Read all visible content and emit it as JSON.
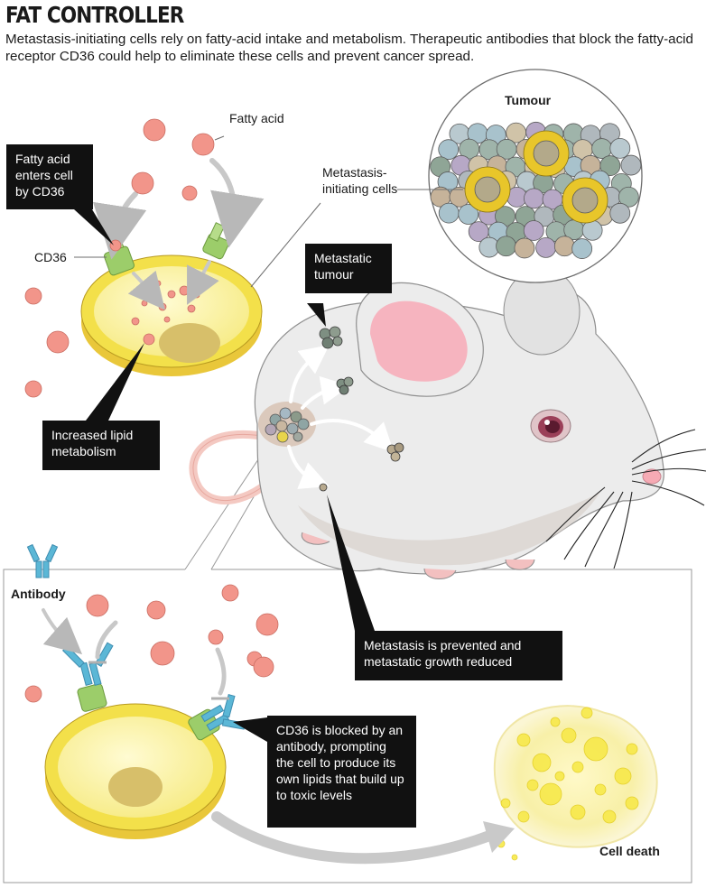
{
  "header": {
    "title": "FAT CONTROLLER",
    "subtitle": "Metastasis-initiating cells rely on fatty-acid intake and metabolism. Therapeutic antibodies that block the fatty-acid receptor CD36 could help to eliminate these cells and prevent cancer spread."
  },
  "labels": {
    "fatty_acid": "Fatty acid",
    "cd36": "CD36",
    "metastasis_initiating_cells": "Metastasis-initiating cells",
    "tumour": "Tumour",
    "antibody": "Antibody",
    "cell_death": "Cell death"
  },
  "callouts": {
    "enters_cell": "Fatty acid enters cell by CD36",
    "increased_lipid": "Increased lipid metabolism",
    "metastatic_tumour": "Metastatic tumour",
    "metastasis_prevented": "Metastasis is prevented and metastatic growth reduced",
    "cd36_blocked": "CD36 is blocked by an antibody, prompting the cell to produce its own lipids that build up to toxic levels"
  },
  "colors": {
    "fatty_acid": "#f2958a",
    "cell_yellow": "#f3e04a",
    "receptor_green": "#9ccd6a",
    "antibody_blue": "#5bb7d6",
    "mouse_body": "#ececec",
    "mouse_ear": "#f6b4bf",
    "callout_bg": "#111111"
  }
}
